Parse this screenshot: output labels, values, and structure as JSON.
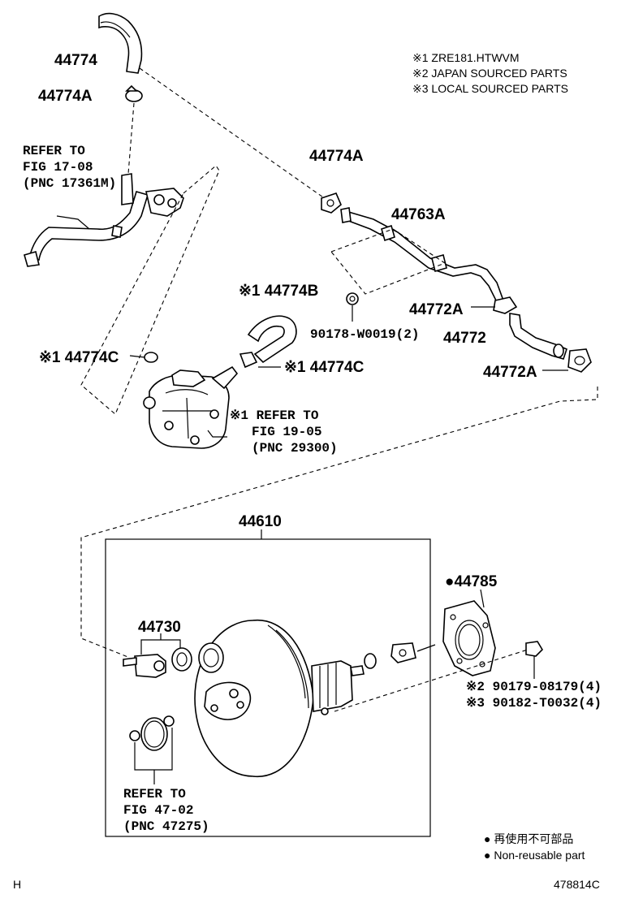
{
  "notes": [
    "※1 ZRE181.HTWVM",
    "※2 JAPAN SOURCED PARTS",
    "※3 LOCAL SOURCED PARTS"
  ],
  "parts": {
    "p44774": "44774",
    "p44774A_top": "44774A",
    "p44774A_right": "44774A",
    "p44763A": "44763A",
    "p44774B": "※1 44774B",
    "p44774C_left": "※1 44774C",
    "p44774C_right": "※1 44774C",
    "p90178": "90178-W0019(2)",
    "p44772A_upper": "44772A",
    "p44772": "44772",
    "p44772A_lower": "44772A",
    "p44610": "44610",
    "p44730": "44730",
    "p44785": "●44785",
    "p90179": "※2 90179-08179(4)",
    "p90182": "※3 90182-T0032(4)"
  },
  "refs": {
    "fig1708": [
      "REFER TO",
      "FIG 17-08",
      "(PNC 17361M)"
    ],
    "fig1905": [
      "※1 REFER TO",
      "FIG 19-05",
      "(PNC 29300)"
    ],
    "fig4702": [
      "REFER TO",
      "FIG 47-02",
      "(PNC 47275)"
    ]
  },
  "legend": {
    "jp": "● 再使用不可部品",
    "en": "● Non-reusable part"
  },
  "footer": {
    "left": "H",
    "right": "478814C"
  }
}
